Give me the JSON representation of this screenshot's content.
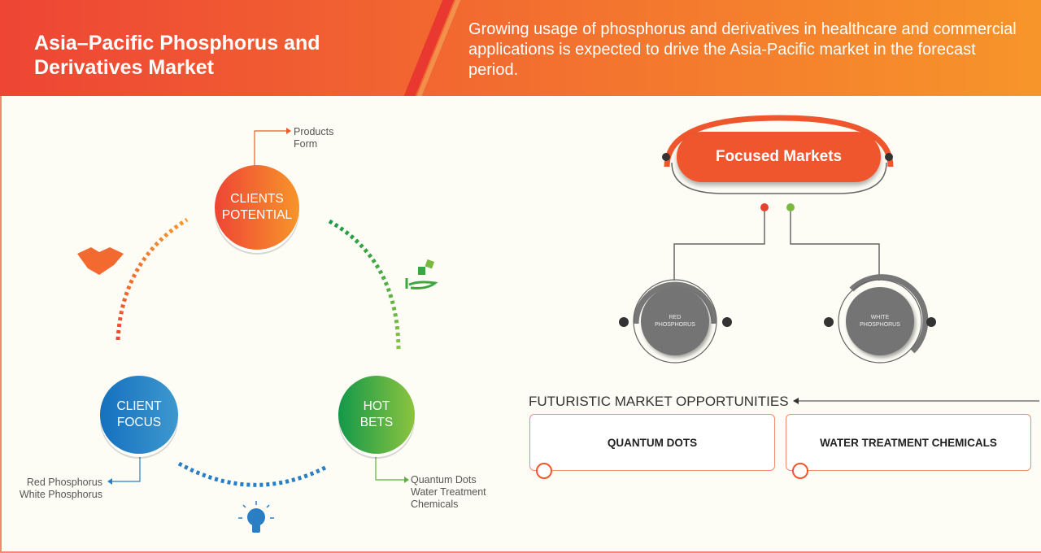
{
  "header": {
    "title": "Asia–Pacific Phosphorus and Derivatives Market",
    "subtitle": "Growing usage of phosphorus and derivatives in healthcare and commercial applications is expected to drive the Asia-Pacific market in the forecast period."
  },
  "cycle": {
    "clients_potential": {
      "label_1": "CLIENTS",
      "label_2": "POTENTIAL",
      "items": [
        "Products",
        "Form"
      ],
      "color": "#f05a2a"
    },
    "client_focus": {
      "label_1": "CLIENT",
      "label_2": "FOCUS",
      "items": [
        "Red Phosphorus",
        "White Phosphorus"
      ],
      "color": "#2a7fc4"
    },
    "hot_bets": {
      "label_1": "HOT",
      "label_2": "BETS",
      "items": [
        "Quantum Dots",
        "Water Treatment",
        "Chemicals"
      ],
      "color": "#3fa540"
    }
  },
  "focused": {
    "title": "Focused Markets",
    "markets": [
      {
        "line1": "RED",
        "line2": "PHOSPHORUS"
      },
      {
        "line1": "WHITE",
        "line2": "PHOSPHORUS"
      }
    ]
  },
  "futuristic": {
    "title": "FUTURISTIC MARKET OPPORTUNITIES",
    "items": [
      "QUANTUM DOTS",
      "WATER TREATMENT CHEMICALS"
    ]
  }
}
